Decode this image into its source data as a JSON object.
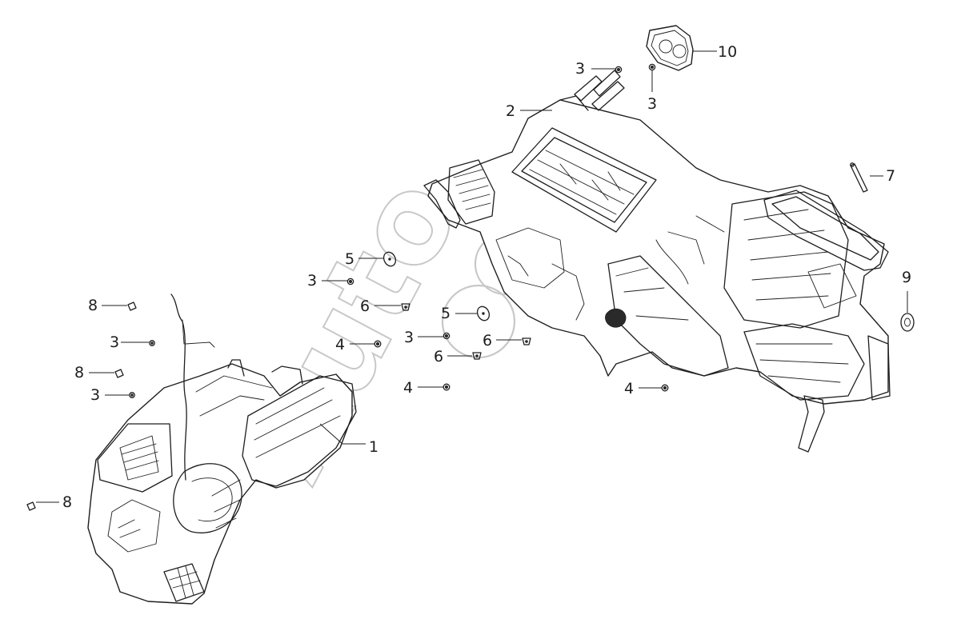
{
  "diagram": {
    "watermark": "Auto",
    "callouts": [
      {
        "id": "c1",
        "label": "1"
      },
      {
        "id": "c2",
        "label": "2"
      },
      {
        "id": "c3a",
        "label": "3"
      },
      {
        "id": "c3b",
        "label": "3"
      },
      {
        "id": "c3c",
        "label": "3"
      },
      {
        "id": "c3d",
        "label": "3"
      },
      {
        "id": "c3e",
        "label": "3"
      },
      {
        "id": "c3f",
        "label": "3"
      },
      {
        "id": "c4a",
        "label": "4"
      },
      {
        "id": "c4b",
        "label": "4"
      },
      {
        "id": "c4c",
        "label": "4"
      },
      {
        "id": "c5a",
        "label": "5"
      },
      {
        "id": "c5b",
        "label": "5"
      },
      {
        "id": "c6a",
        "label": "6"
      },
      {
        "id": "c6b",
        "label": "6"
      },
      {
        "id": "c6c",
        "label": "6"
      },
      {
        "id": "c7",
        "label": "7"
      },
      {
        "id": "c8a",
        "label": "8"
      },
      {
        "id": "c8b",
        "label": "8"
      },
      {
        "id": "c8c",
        "label": "8"
      },
      {
        "id": "c9",
        "label": "9"
      },
      {
        "id": "c10",
        "label": "10"
      }
    ]
  }
}
